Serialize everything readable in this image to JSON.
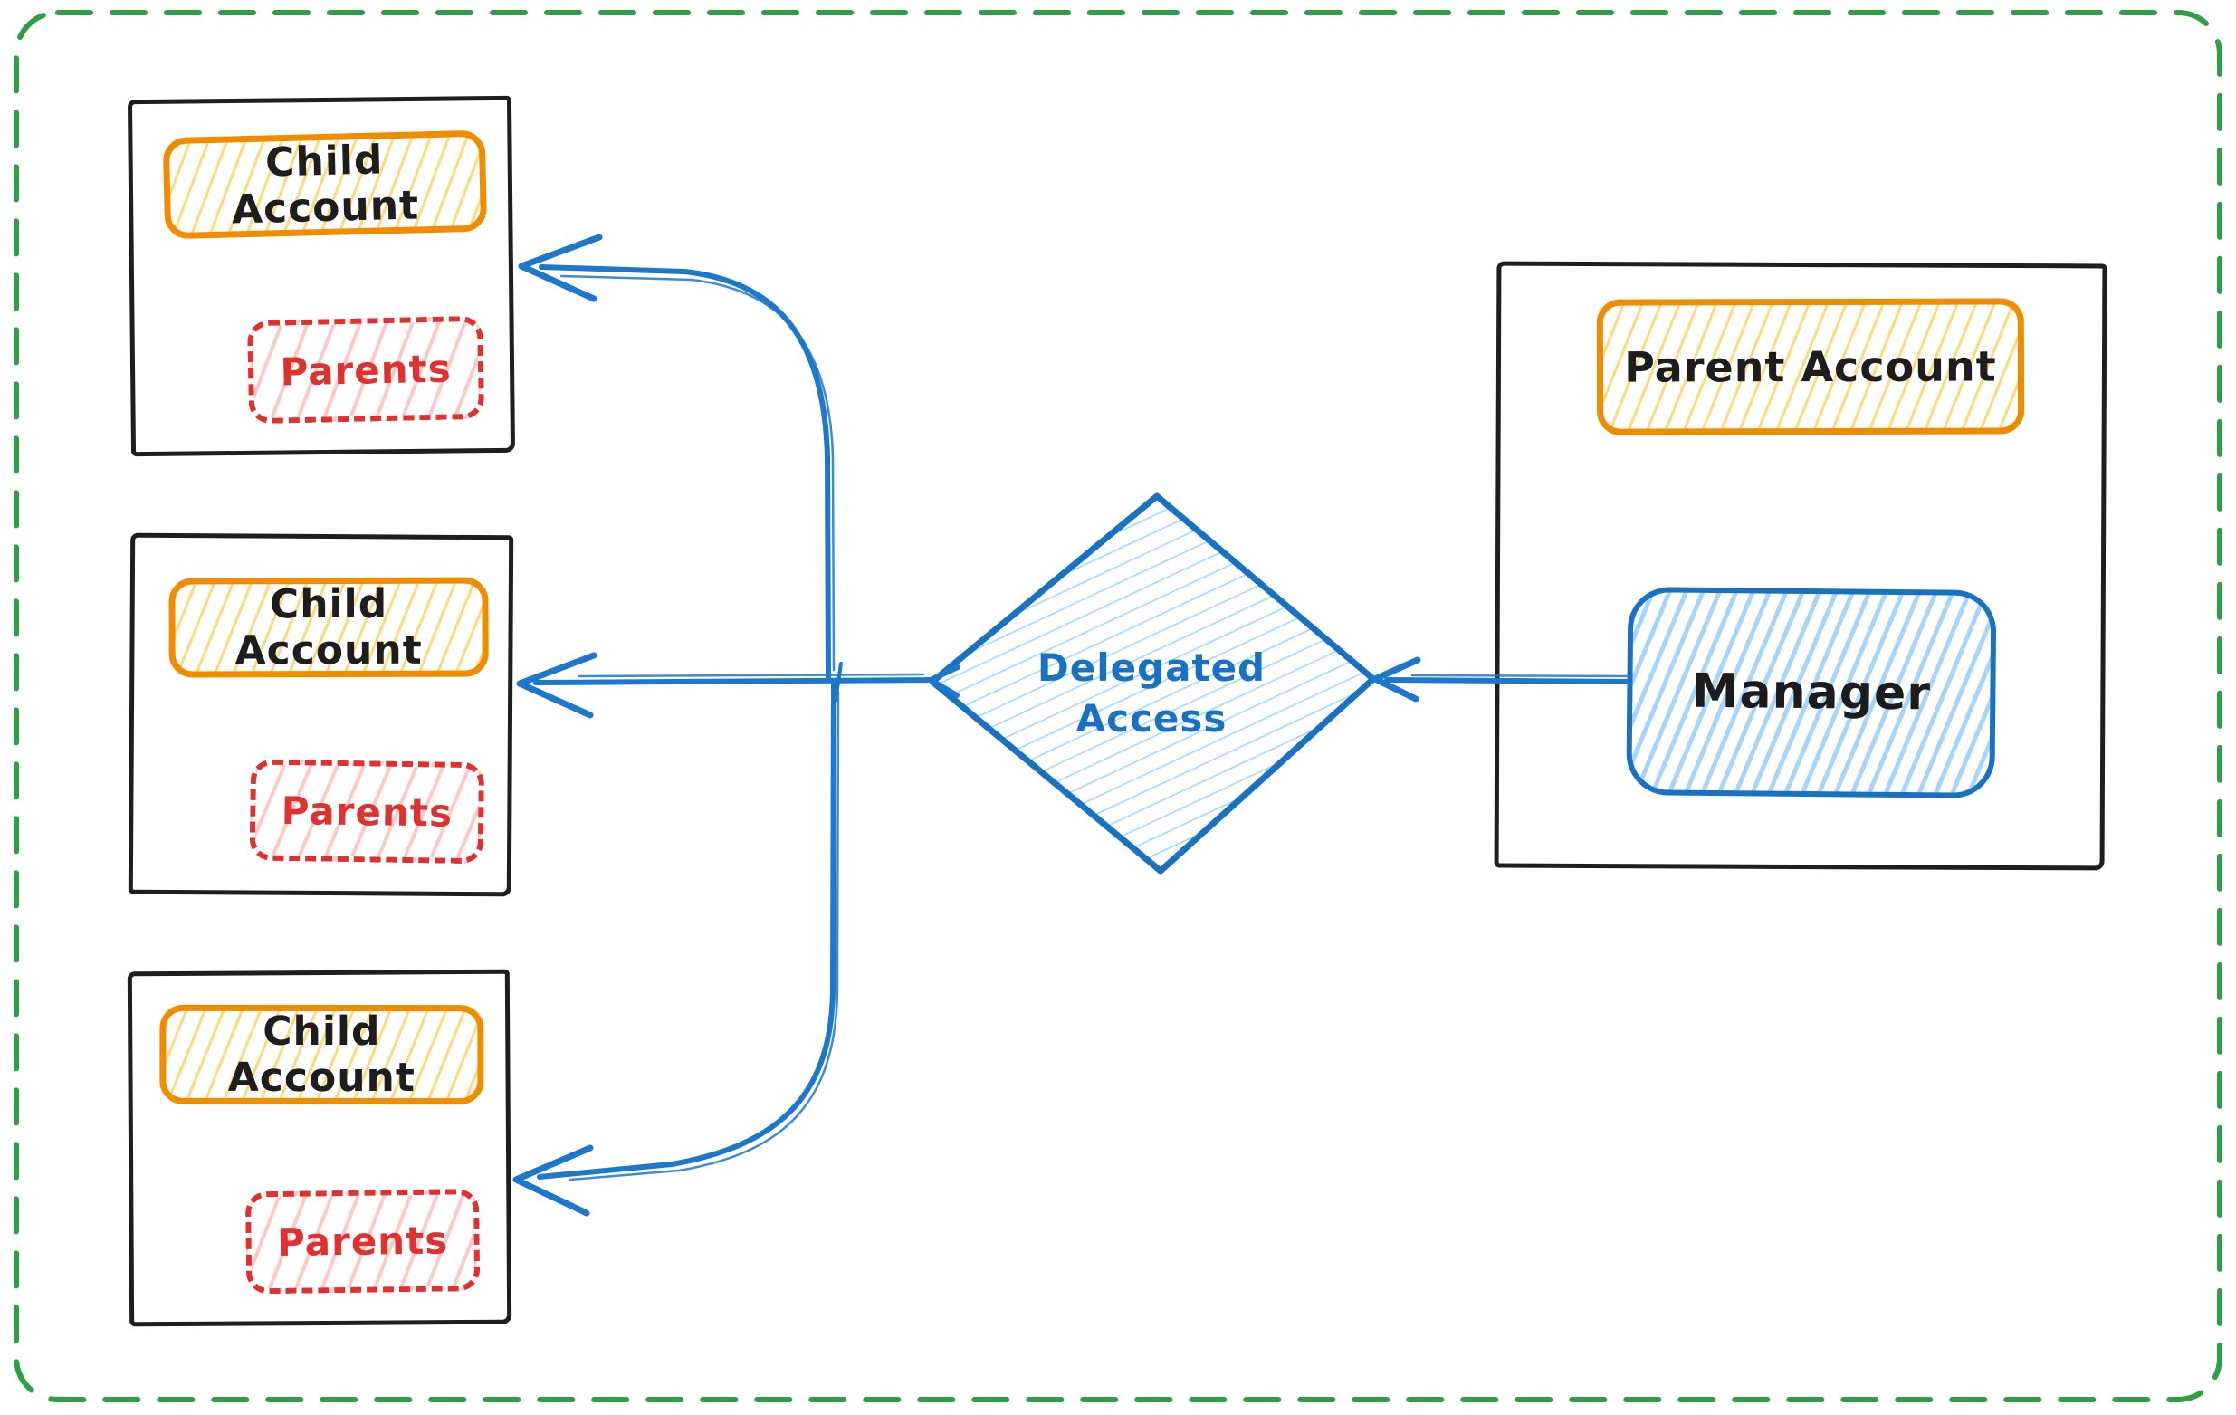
{
  "diagram": {
    "nodes": {
      "children": [
        {
          "title": "Child Account",
          "tag": "Parents"
        },
        {
          "title": "Child Account",
          "tag": "Parents"
        },
        {
          "title": "Child Account",
          "tag": "Parents"
        }
      ],
      "decision": {
        "line1": "Delegated",
        "line2": "Access"
      },
      "parent": {
        "title": "Parent Account",
        "member": "Manager"
      }
    },
    "connections": [
      {
        "from": "Manager",
        "to": "Delegated Access"
      },
      {
        "from": "Delegated Access",
        "to": "Child Account (top)"
      },
      {
        "from": "Delegated Access",
        "to": "Child Account (middle)"
      },
      {
        "from": "Delegated Access",
        "to": "Child Account (bottom)"
      }
    ],
    "colors": {
      "canvas_frame_green": "#2f9e44",
      "chip_orange": "#f08c00",
      "hatch_yellow": "#ffd43b",
      "red": "#e03131",
      "hatch_pink": "#ffc9c9",
      "blue": "#1971c2",
      "hatch_light_blue": "#a5d8ff",
      "ink": "#1e1e1e"
    }
  }
}
